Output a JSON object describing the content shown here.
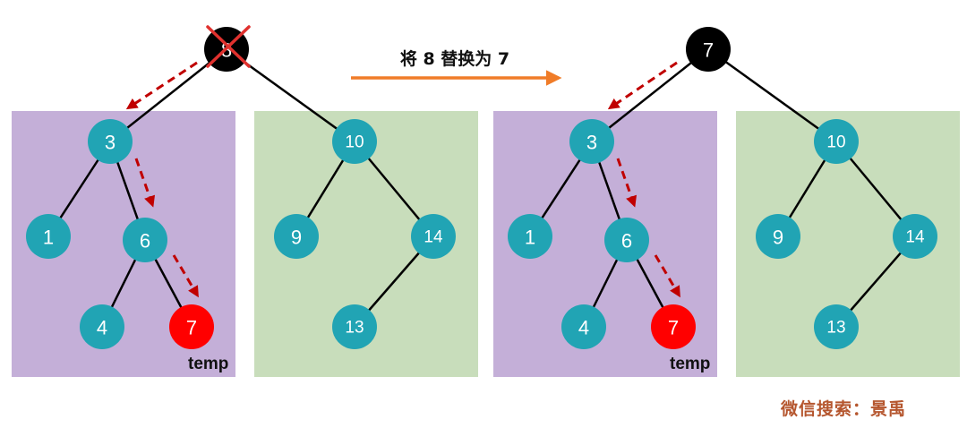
{
  "operation": {
    "text": "将 8 替换为 7",
    "arrow_color": "#f07c28"
  },
  "colors": {
    "left_subtree_bg": "#c4afd8",
    "right_subtree_bg": "#c8ddbb",
    "node_fill": "#21a4b4",
    "root_fill": "#000000",
    "highlight_fill": "#ff0000",
    "edge": "#000000",
    "dashed_arrow": "#c00000",
    "cross_mark": "#e0312e"
  },
  "trees": [
    {
      "id": "before",
      "root": {
        "value": "8",
        "crossed_out": true
      },
      "left_subtree": {
        "label": "temp",
        "nodes": [
          {
            "key": "n3",
            "value": "3"
          },
          {
            "key": "n1",
            "value": "1"
          },
          {
            "key": "n6",
            "value": "6"
          },
          {
            "key": "n4",
            "value": "4"
          },
          {
            "key": "n7",
            "value": "7",
            "highlight": true
          }
        ]
      },
      "right_subtree": {
        "nodes": [
          {
            "key": "n10",
            "value": "10"
          },
          {
            "key": "n9",
            "value": "9"
          },
          {
            "key": "n14",
            "value": "14"
          },
          {
            "key": "n13",
            "value": "13"
          }
        ]
      }
    },
    {
      "id": "after",
      "root": {
        "value": "7",
        "crossed_out": false
      },
      "left_subtree": {
        "label": "temp",
        "nodes": [
          {
            "key": "n3",
            "value": "3"
          },
          {
            "key": "n1",
            "value": "1"
          },
          {
            "key": "n6",
            "value": "6"
          },
          {
            "key": "n4",
            "value": "4"
          },
          {
            "key": "n7",
            "value": "7",
            "highlight": true
          }
        ]
      },
      "right_subtree": {
        "nodes": [
          {
            "key": "n10",
            "value": "10"
          },
          {
            "key": "n9",
            "value": "9"
          },
          {
            "key": "n14",
            "value": "14"
          },
          {
            "key": "n13",
            "value": "13"
          }
        ]
      }
    }
  ],
  "watermark": "微信搜索：景禹"
}
